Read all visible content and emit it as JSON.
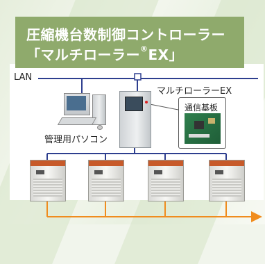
{
  "title": {
    "line1": "圧縮機台数制御コントローラー",
    "line2_pre": "「マルチローラー",
    "line2_reg": "®",
    "line2_post": "EX」"
  },
  "labels": {
    "lan": "LAN",
    "controller": "マルチローラーEX",
    "board": "通信基板",
    "pc": "管理用パソコン"
  },
  "colors": {
    "title_bg": "#8faa6c",
    "lan_line": "#2e3f8f",
    "flow_arrow": "#f08c1e",
    "compressor_accent": "#c75a2a"
  },
  "icons": {
    "pc": "personal-computer-icon",
    "controller": "controller-cabinet-icon",
    "board": "circuit-board-icon",
    "compressor": "air-compressor-icon"
  },
  "compressor_count": 4
}
